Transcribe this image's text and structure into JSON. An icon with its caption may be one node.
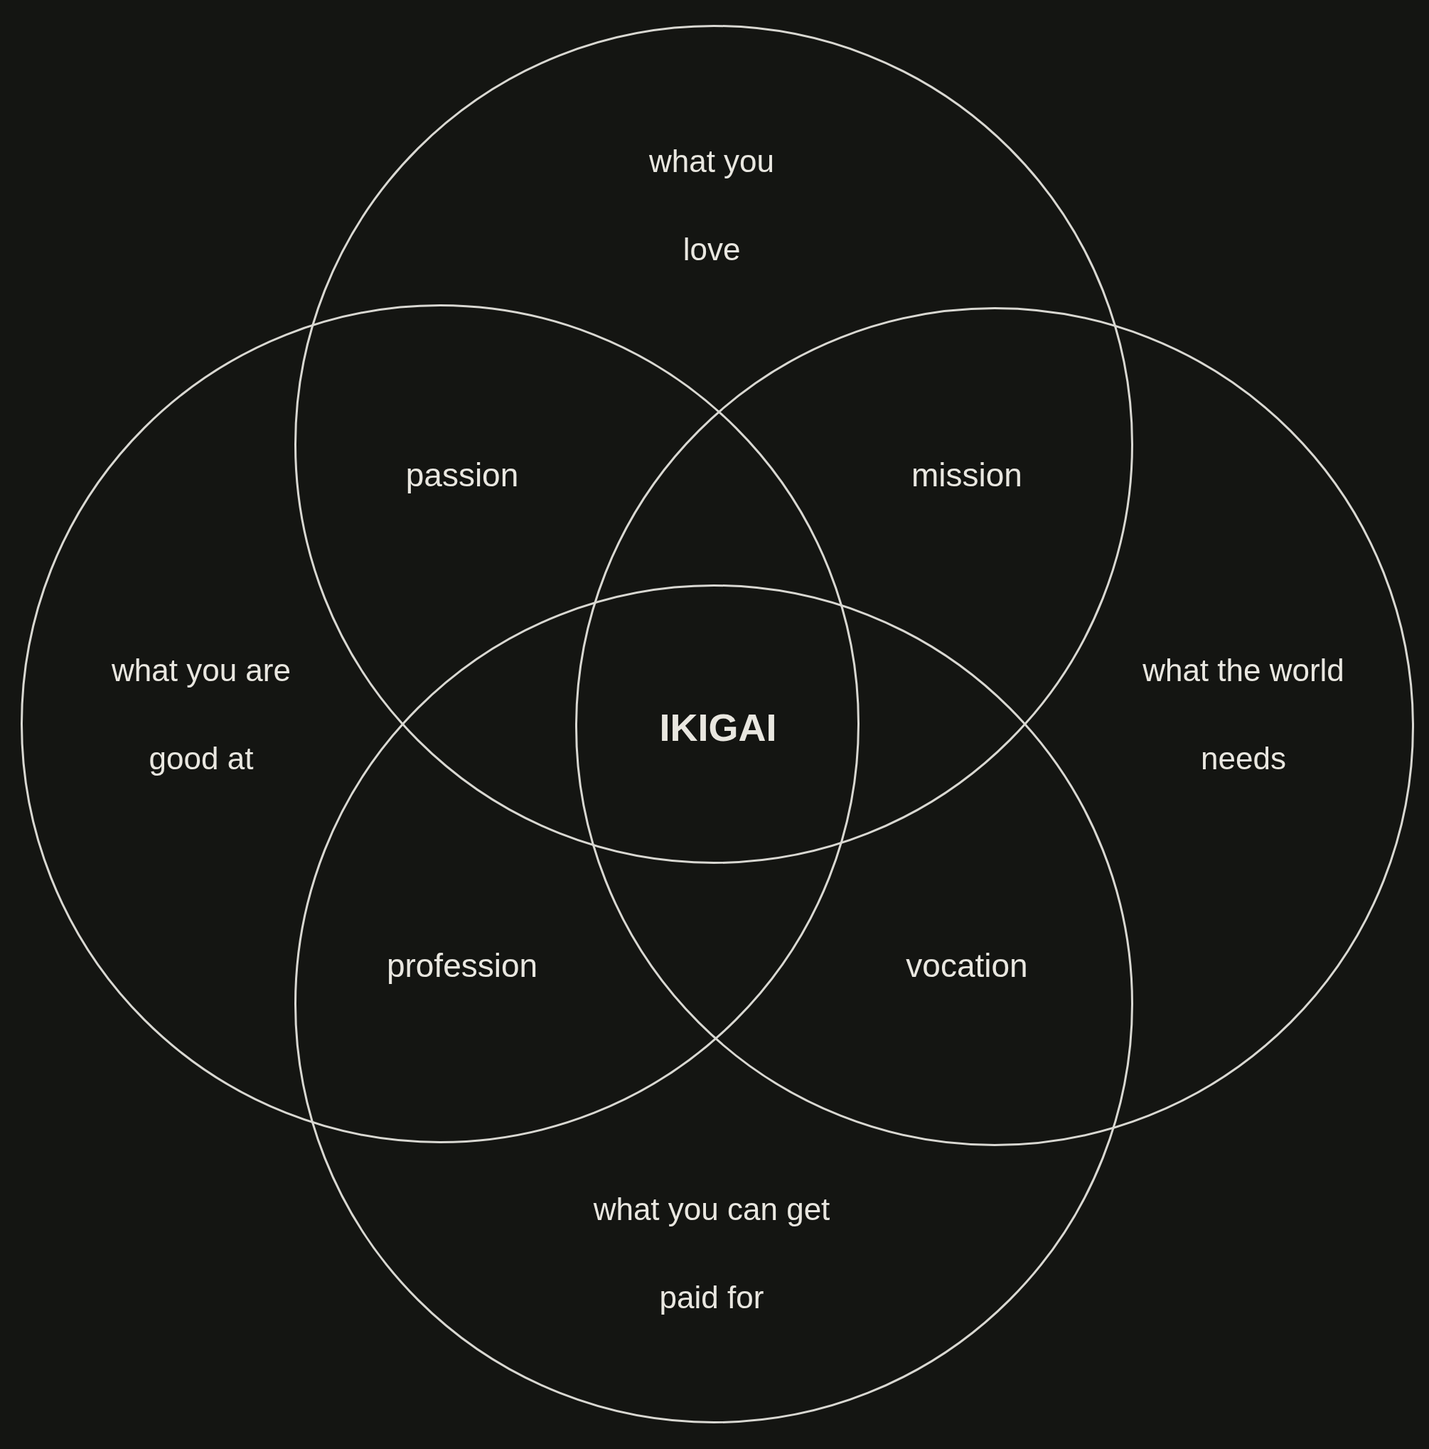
{
  "diagram": {
    "nodes": [
      {
        "text": [
          "what you love"
        ]
      },
      {
        "text": [
          "what you are good at"
        ]
      },
      {
        "text": [
          "what the world needs"
        ]
      },
      {
        "text": [
          "what you can get paid for"
        ]
      }
    ],
    "labels": [
      "passion",
      "mission",
      "IKIGAI",
      "profession",
      "vocation"
    ]
  }
}
